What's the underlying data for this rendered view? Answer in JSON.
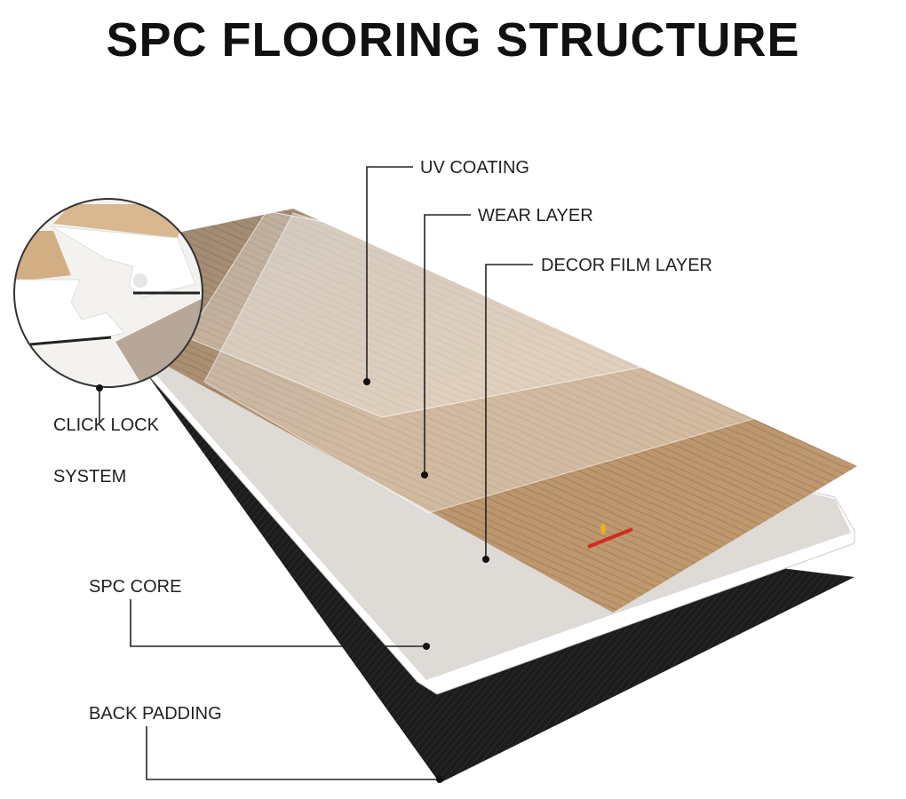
{
  "title": "SPC FLOORING STRUCTURE",
  "labels": {
    "uv_coating": "UV COATING",
    "wear_layer": "WEAR LAYER",
    "decor_film": "DECOR FILM LAYER",
    "click_lock_1": "CLICK LOCK",
    "click_lock_2": "SYSTEM",
    "spc_core": "SPC CORE",
    "back_padding": "BACK PADDING"
  },
  "colors": {
    "backing": "#1e1e1e",
    "core": "#e4e1dc",
    "wood": "#b58e66",
    "leader": "#222222"
  }
}
